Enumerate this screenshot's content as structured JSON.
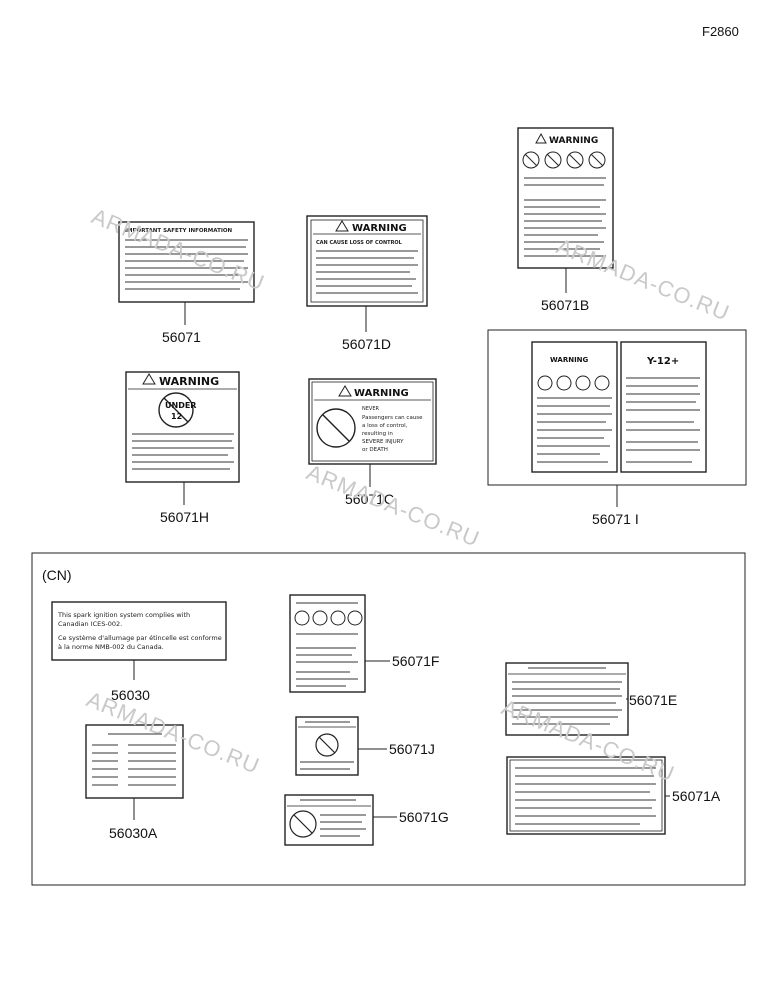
{
  "figure_code": "F2860",
  "watermark": "ARMADA-CO.RU",
  "region_label": "(CN)",
  "parts": {
    "p56071": "56071",
    "p56071D": "56071D",
    "p56071B": "56071B",
    "p56071H": "56071H",
    "p56071C": "56071C",
    "p56071I": "56071 I",
    "p56030": "56030",
    "p56071F": "56071F",
    "p56071E": "56071E",
    "p56071J": "56071J",
    "p56030A": "56030A",
    "p56071G": "56071G",
    "p56071A": "56071A"
  },
  "label_text": {
    "warning": "WARNING",
    "under": "UNDER",
    "age": "12",
    "never": "NEVER",
    "c_line1": "Passengers can cause",
    "c_line2": "a loss of control,",
    "c_line3": "resulting in",
    "c_line4": "SEVERE INJURY",
    "c_line5": "or DEATH",
    "i_title": "Y-12+",
    "a_title": "IMPORTANT SAFETY INFORMATION",
    "d_line1": "CAN CAUSE LOSS OF CONTROL",
    "cn1": "This spark ignition system complies with",
    "cn2": "Canadian ICES-002.",
    "cn3": "Ce système d'allumage par étincelle est conforme",
    "cn4": "à la norme NMB-002 du Canada."
  }
}
